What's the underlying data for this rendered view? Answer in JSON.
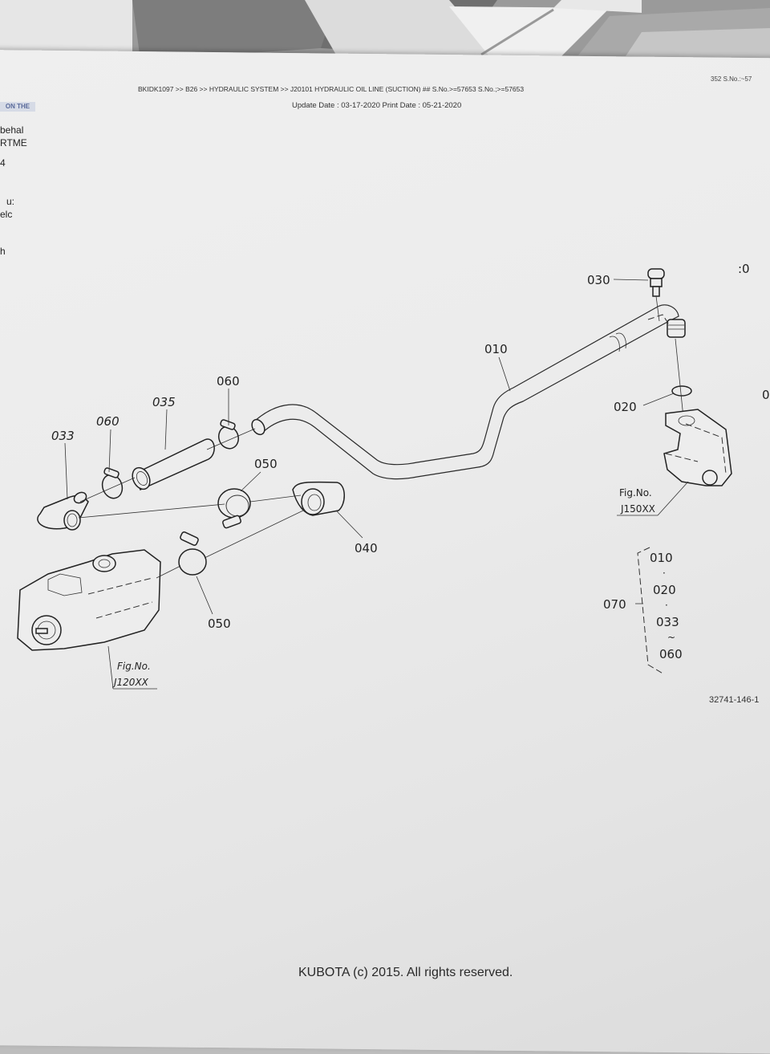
{
  "header": {
    "breadcrumb": "BKIDK1097 >> B26 >> HYDRAULIC SYSTEM >> J20101   HYDRAULIC OIL LINE (SUCTION) ## S.No.>=57653 S.No.;>=57653",
    "dates": "Update Date : 03-17-2020   Print Date : 05-21-2020",
    "right_snippet": "352 S.No.:~57"
  },
  "left_sheet": {
    "tag": "ON THE",
    "lines": [
      "behal",
      "RTME",
      "4",
      "u:",
      "elc",
      "h"
    ]
  },
  "diagram": {
    "callouts": {
      "p010": "010",
      "p020": "020",
      "p030": "030",
      "p033": "033",
      "p035": "035",
      "p040": "040",
      "p050a": "050",
      "p050b": "050",
      "p060a": "060",
      "p060b": "060",
      "p070": "070"
    },
    "assembly_group": {
      "label": "070",
      "items": [
        "010",
        "020",
        "033",
        "060"
      ],
      "separators": [
        "·",
        "·",
        "~"
      ]
    },
    "fig_refs": {
      "pump": {
        "line1": "Fig.No.",
        "line2": "J120XX"
      },
      "valve": {
        "line1": "Fig.No.",
        "line2": "J150XX"
      }
    },
    "edge_fragment": ":0",
    "edge_fragment2": "0",
    "figure_code": "32741-146-1"
  },
  "footer": {
    "copyright": "KUBOTA (c) 2015. All rights reserved."
  }
}
